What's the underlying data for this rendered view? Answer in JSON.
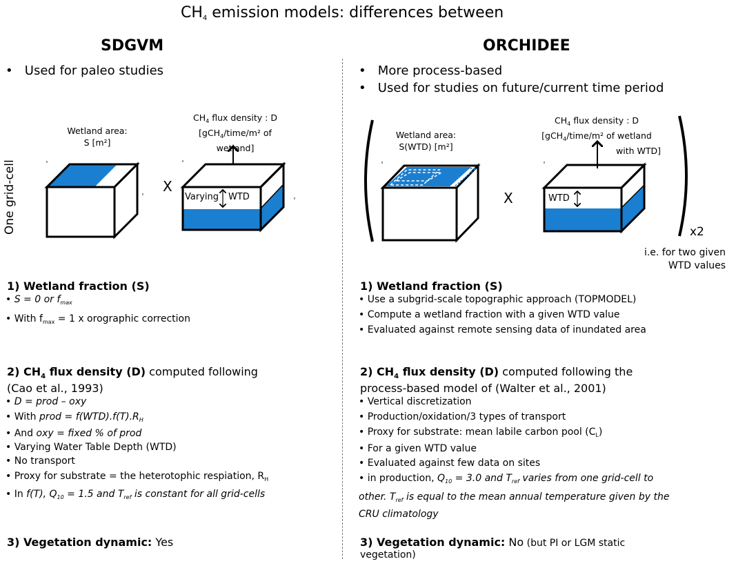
{
  "title": {
    "pre": "CH",
    "sub": "4",
    "post": " emission models: differences between"
  },
  "left": {
    "heading": "SDGVM",
    "bullets": [
      "Used for paleo studies"
    ],
    "grid_label": "One grid-cell",
    "wetland_area": {
      "line1": "Wetland area:",
      "line2": "S [m²]"
    },
    "flux_density": {
      "l1_pre": "CH",
      "l1_sub": "4",
      "l1_post": " flux density : D",
      "l2_pre": "[gCH",
      "l2_sub": "4",
      "l2_post": "/time/m² of",
      "l3": "wetland]"
    },
    "times": "X",
    "varying": "Varying",
    "wtd": "WTD",
    "sec1": {
      "title": "1) Wetland fraction (S)",
      "i1_pre": "S = 0 or f",
      "i1_sub": "max",
      "i2_pre": "With f",
      "i2_sub": "max",
      "i2_post": " = 1 x orographic correction"
    },
    "sec2": {
      "t_pre": "2) CH",
      "t_sub": "4",
      "t_post": " flux density (D)",
      "t_rest": " computed following",
      "line2": "(Cao et al., 1993)",
      "i1": "D = prod – oxy",
      "i2_pre": "With ",
      "i2_it": "prod = f(WTD).f(T).R",
      "i2_sub": "H",
      "i3_pre": "And ",
      "i3_it": "oxy = fixed % of prod",
      "i4": "Varying Water Table Depth (WTD)",
      "i5": "No transport",
      "i6_pre": "Proxy for substrate = the heterotophic respiation, R",
      "i6_sub": "H",
      "i7_pre": "In ",
      "i7_a": "f(T), Q",
      "i7_sub1": "10",
      "i7_b": " = 1.5 and T",
      "i7_sub2": "ref",
      "i7_c": " is constant for all grid-cells"
    },
    "sec3": {
      "title": "3) Vegetation dynamic:",
      "value": " Yes"
    }
  },
  "right": {
    "heading": "ORCHIDEE",
    "bullets": [
      "More process-based",
      "Used for studies on future/current time period"
    ],
    "wetland_area": {
      "line1": "Wetland area:",
      "line2": "S(WTD) [m²]"
    },
    "flux_density": {
      "l1_pre": "CH",
      "l1_sub": "4",
      "l1_post": " flux density : D",
      "l2_pre": "[gCH",
      "l2_sub": "4",
      "l2_post": "/time/m² of wetland",
      "l3": "with WTD]"
    },
    "times": "X",
    "wtd": "WTD",
    "x2": "x2",
    "note": {
      "line1": "i.e. for two given",
      "line2": "WTD values"
    },
    "sec1": {
      "title": "1) Wetland fraction (S)",
      "items": [
        "Use a subgrid-scale topographic approach (TOPMODEL)",
        "Compute a wetland fraction with a given WTD value",
        "Evaluated against remote sensing data of inundated area"
      ]
    },
    "sec2": {
      "t_pre": "2) CH",
      "t_sub": "4",
      "t_post": " flux density (D)",
      "t_rest": " computed following the",
      "line2": "process-based model of (Walter et al., 2001)",
      "i1": "Vertical discretization",
      "i2": "Production/oxidation/3 types of transport",
      "i3_pre": "Proxy for substrate: mean labile carbon pool (C",
      "i3_sub": "L",
      "i3_post": ")",
      "i4": "For a given WTD value",
      "i5": "Evaluated against few data on sites",
      "i6_pre": "in production, ",
      "i6_a": "Q",
      "i6_sub1": "10",
      "i6_b": " = 3.0 and T",
      "i6_sub2": "ref",
      "i6_c": " varies from one grid-cell to",
      "i6_l2a": "other. T",
      "i6_l2sub": "ref",
      "i6_l2b": " is equal to the mean annual temperature given by the",
      "i6_l3": "CRU climatology"
    },
    "sec3": {
      "title": "3) Vegetation dynamic:",
      "value": " No",
      "note": " (but PI or LGM static",
      "note2": "vegetation)"
    }
  },
  "colors": {
    "water": "#1a7fd0",
    "divider": "#777777"
  }
}
